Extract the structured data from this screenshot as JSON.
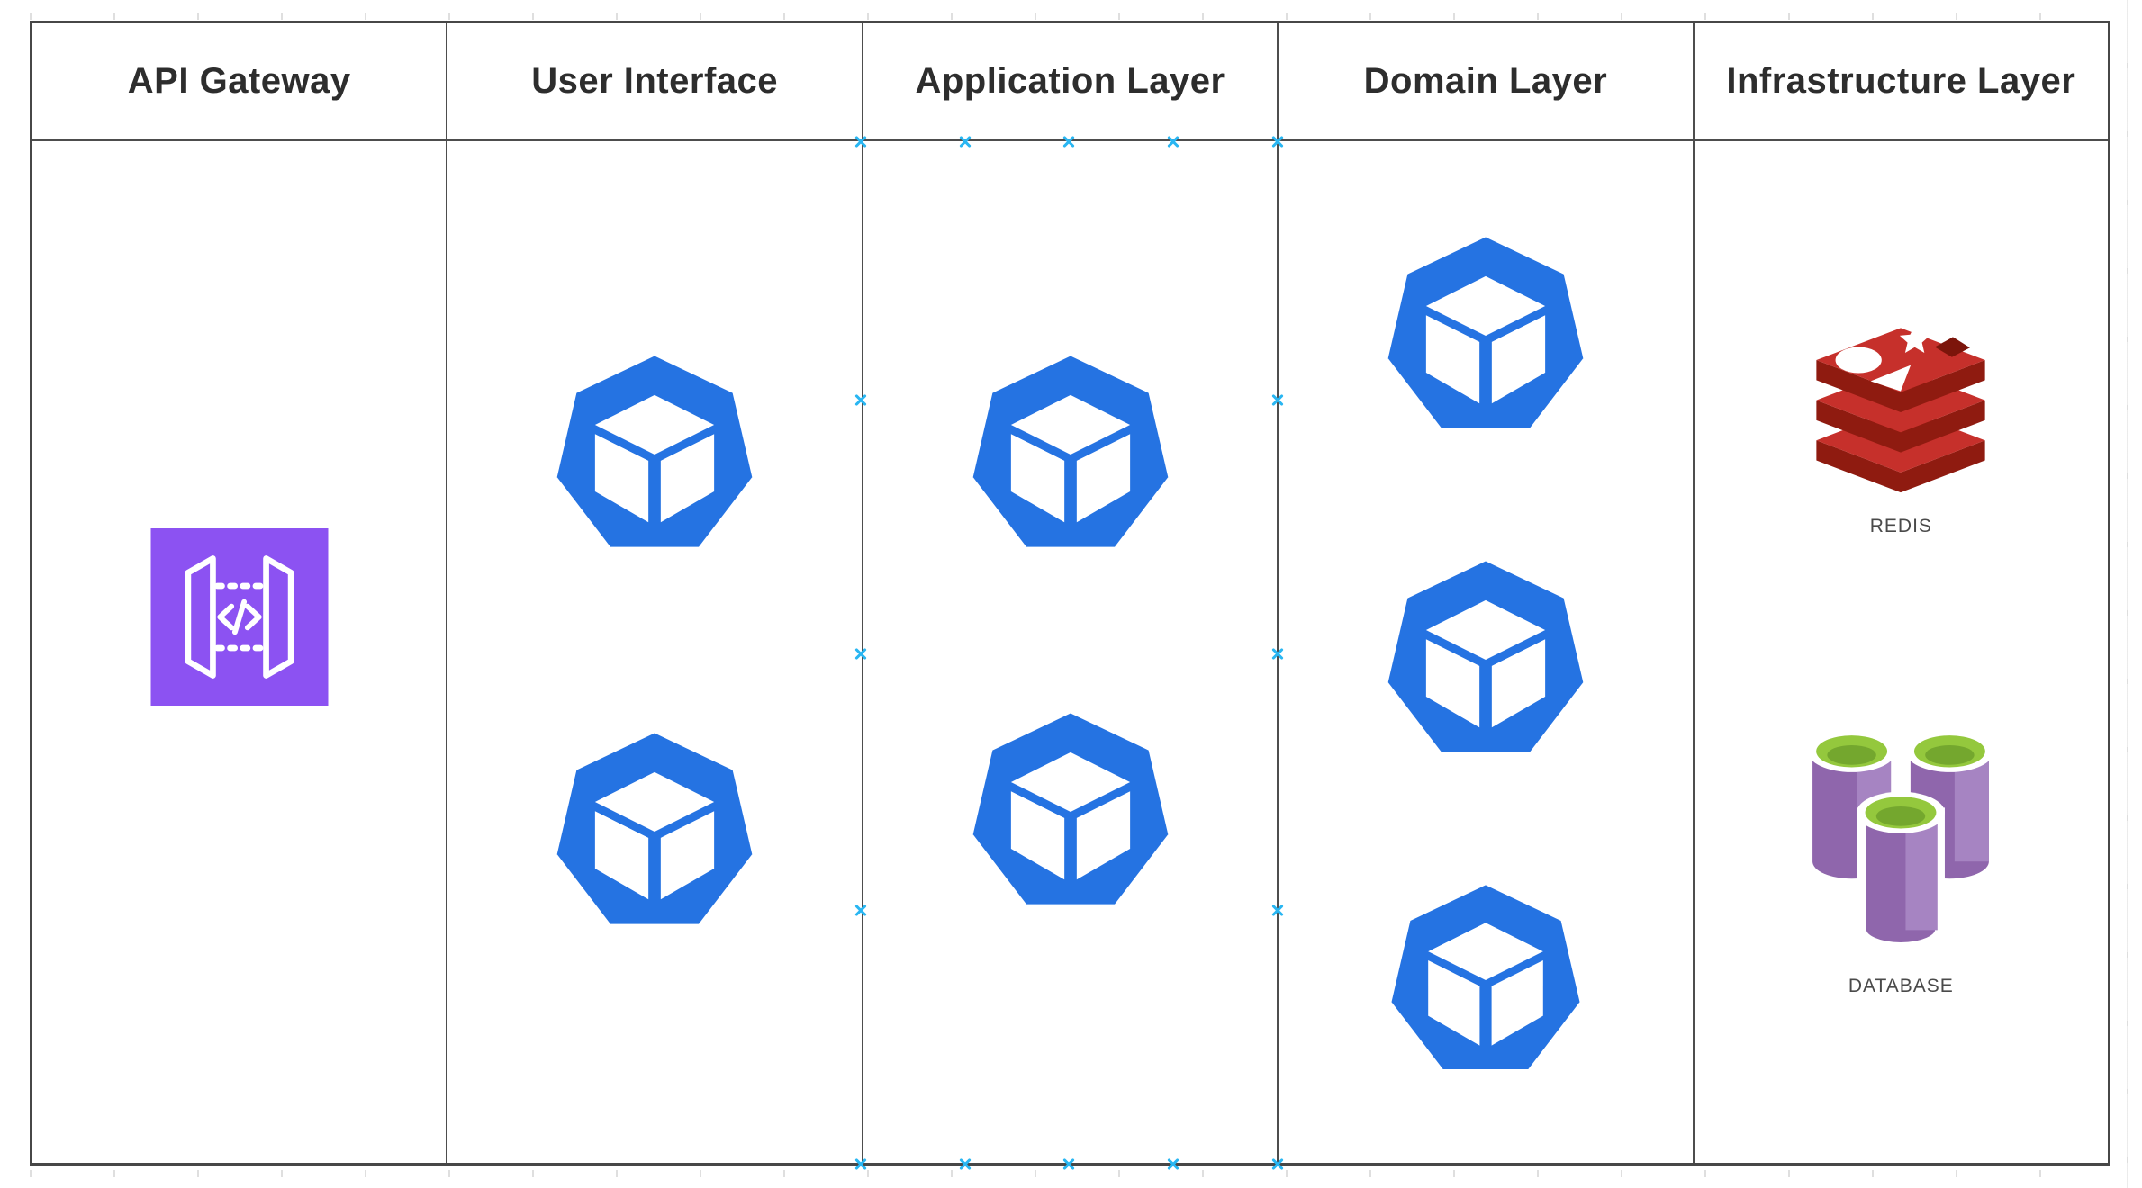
{
  "diagram": {
    "type": "swimlane-architecture-diagram",
    "lanes": [
      {
        "label": "API Gateway",
        "icons": [
          {
            "name": "aws-api-gateway-icon",
            "caption": ""
          }
        ]
      },
      {
        "label": "User Interface",
        "icons": [
          {
            "name": "module-icon",
            "caption": ""
          },
          {
            "name": "module-icon",
            "caption": ""
          }
        ]
      },
      {
        "label": "Application Layer",
        "icons": [
          {
            "name": "module-icon",
            "caption": ""
          },
          {
            "name": "module-icon",
            "caption": ""
          }
        ]
      },
      {
        "label": "Domain Layer",
        "icons": [
          {
            "name": "module-icon",
            "caption": ""
          },
          {
            "name": "module-icon",
            "caption": ""
          },
          {
            "name": "module-icon",
            "caption": ""
          }
        ]
      },
      {
        "label": "Infrastructure Layer",
        "icons": [
          {
            "name": "redis-icon",
            "caption": "REDIS"
          },
          {
            "name": "database-icon",
            "caption": "DATABASE"
          }
        ]
      }
    ],
    "connection_points": {
      "lane": "Application Layer",
      "color": "#29B6F2"
    },
    "colors": {
      "module_blue": "#2573E2",
      "api_gateway_purple": "#8C52F2",
      "redis_red": "#C6302B",
      "redis_dark_red": "#8F1B10",
      "database_purple": "#8F66AC",
      "database_purple_light": "#A684C2",
      "database_lime": "#94C83D",
      "border_gray": "#4D4D4D",
      "header_text": "#2D2D2D"
    }
  }
}
